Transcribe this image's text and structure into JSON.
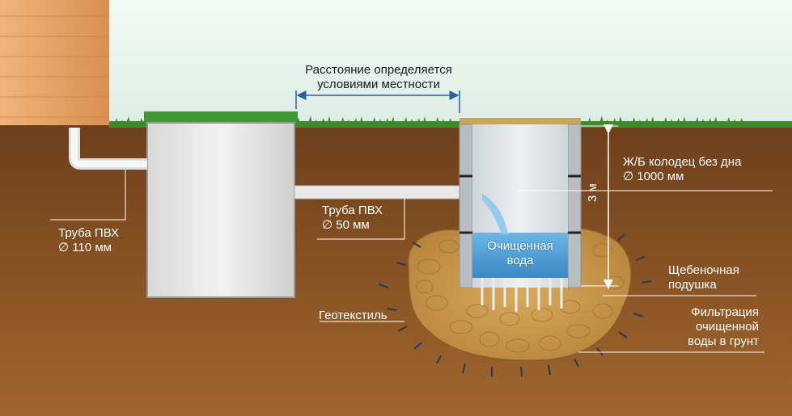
{
  "labels": {
    "distance_line1": "Расстояние определяется",
    "distance_line2": "условиями местности",
    "pipe110_line1": "Труба ПВХ",
    "pipe110_line2": "∅ 110 мм",
    "pipe50_line1": "Труба ПВХ",
    "pipe50_line2": "∅ 50 мм",
    "well_line1": "Ж/Б колодец без дна",
    "well_line2": "∅ 1000 мм",
    "depth": "3 м",
    "clean_water_line1": "Очищенная",
    "clean_water_line2": "вода",
    "gravel_line1": "Щебеночная",
    "gravel_line2": "подушка",
    "geotextile": "Геотекстиль",
    "filtration_line1": "Фильтрация",
    "filtration_line2": "очищенной",
    "filtration_line3": "воды в грунт"
  },
  "colors": {
    "sky": "#e9f4ef",
    "soil": "#7a4a22",
    "soil_dark": "#5e3616",
    "grass": "#3f8a2a",
    "house": "#e8a769",
    "tank": "#e6e6e6",
    "pipe": "#f2f2f2",
    "water": "#4d9fd6",
    "gravel": "#c89a4e",
    "arrow_blue": "#2d5fa8"
  }
}
